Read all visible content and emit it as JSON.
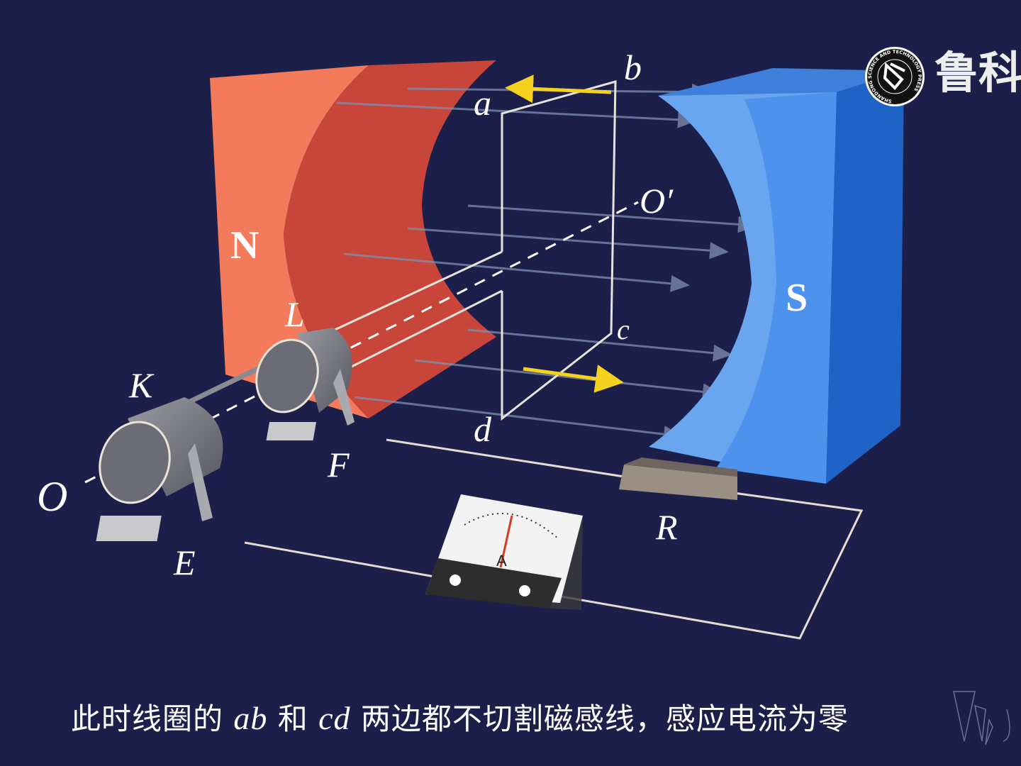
{
  "diagram": {
    "title": "AC generator model: coil rotating in a magnetic field",
    "poles": {
      "north": "N",
      "south": "S"
    },
    "coil_corners": {
      "a": "a",
      "b": "b",
      "c": "c",
      "d": "d"
    },
    "axis": {
      "start": "O",
      "end": "O′"
    },
    "slip_rings": {
      "k": "K",
      "l": "L"
    },
    "brushes": {
      "e": "E",
      "f": "F"
    },
    "resistor": "R",
    "meter_symbol": "A",
    "colors": {
      "background": "#1b1f4a",
      "north": "#f47a5c",
      "south": "#4d92ec",
      "current_arrow": "#f5d21e"
    }
  },
  "logo": {
    "text": "鲁科",
    "seal_text": "SHANDONG SCIENCE AND TECHNOLOGY PRESS"
  },
  "subtitle": {
    "part1": "此时线圈的 ",
    "ab": "ab",
    "part2": " 和 ",
    "cd": "cd",
    "part3": " 两边都不切割磁感线，感应电流为零"
  }
}
